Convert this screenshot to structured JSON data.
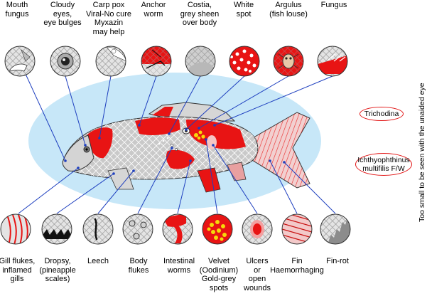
{
  "colors": {
    "water": "#c7e7f8",
    "fish_red": "#e81414",
    "fish_grey": "#c9c9c9",
    "arrow": "#1e3fbf",
    "circle_stroke": "#333333"
  },
  "top_labels": [
    {
      "key": "mouth-fungus",
      "text": "Mouth\nfungus"
    },
    {
      "key": "cloudy-eyes",
      "text": "Cloudy\neyes,\neye bulges"
    },
    {
      "key": "carp-pox",
      "text": "Carp pox\nViral-No cure\nMyxazin\nmay help"
    },
    {
      "key": "anchor-worm",
      "text": "Anchor\nworm"
    },
    {
      "key": "costia",
      "text": "Costia,\ngrey sheen\nover body"
    },
    {
      "key": "white-spot",
      "text": "White\nspot"
    },
    {
      "key": "argulus",
      "text": "Argulus\n(fish louse)"
    },
    {
      "key": "fungus",
      "text": "Fungus"
    }
  ],
  "bottom_labels": [
    {
      "key": "gill-flukes",
      "text": "Gill flukes,\ninflamed\ngills"
    },
    {
      "key": "dropsy",
      "text": "Dropsy,\n(pineapple\nscales)"
    },
    {
      "key": "leech",
      "text": "Leech"
    },
    {
      "key": "body-flukes",
      "text": "Body\nflukes"
    },
    {
      "key": "intestinal-worms",
      "text": "Intestinal\nworms"
    },
    {
      "key": "velvet",
      "text": "Velvet\n(Oodinium)\nGold-grey\nspots"
    },
    {
      "key": "ulcers",
      "text": "Ulcers\nor\nopen\nwounds"
    },
    {
      "key": "fin-haemorrhaging",
      "text": "Fin\nHaemorrhaging"
    },
    {
      "key": "fin-rot",
      "text": "Fin-rot"
    }
  ],
  "side": {
    "trichodina": "Trichodina",
    "ichthyophthinus": "Ichthyophthinus\nmultifilis F/W",
    "vertical_note": "Too small to be seen with the unaided eye"
  }
}
